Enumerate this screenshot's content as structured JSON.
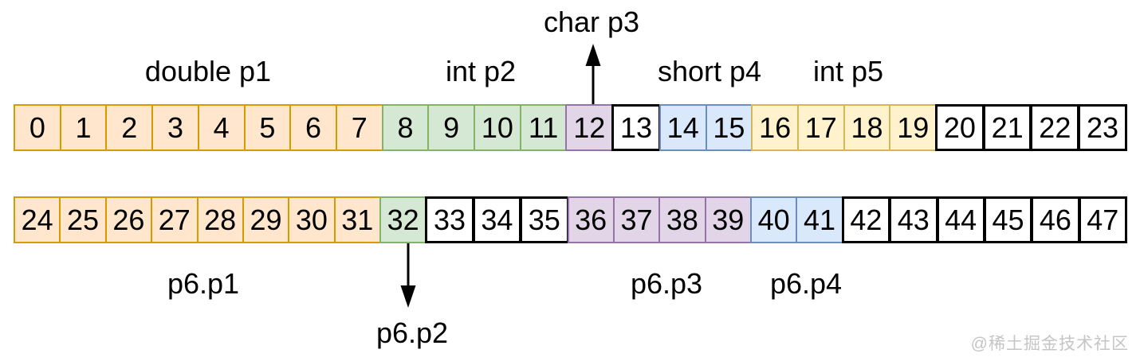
{
  "diagram": {
    "top_labels": {
      "double_p1": "double p1",
      "int_p2": "int p2",
      "char_p3": "char p3",
      "short_p4": "short p4",
      "int_p5": "int p5"
    },
    "bottom_labels": {
      "p6_p1": "p6.p1",
      "p6_p2": "p6.p2",
      "p6_p3": "p6.p3",
      "p6_p4": "p6.p4"
    },
    "watermark": "@稀土掘金技术社区"
  },
  "palette": {
    "orange": {
      "fill": "#FFE6CC",
      "stroke": "#D79B00"
    },
    "green": {
      "fill": "#D5E8D4",
      "stroke": "#82B366"
    },
    "purple": {
      "fill": "#E1D5E7",
      "stroke": "#9673A6"
    },
    "blue": {
      "fill": "#DAE8FC",
      "stroke": "#6C8EBF"
    },
    "yellow": {
      "fill": "#FFF2CC",
      "stroke": "#D6B656"
    },
    "white": {
      "fill": "#FFFFFF",
      "stroke": "#000000"
    }
  },
  "rows": [
    {
      "name": "bytes-0-23",
      "cells": [
        {
          "v": "0",
          "c": "orange"
        },
        {
          "v": "1",
          "c": "orange"
        },
        {
          "v": "2",
          "c": "orange"
        },
        {
          "v": "3",
          "c": "orange"
        },
        {
          "v": "4",
          "c": "orange"
        },
        {
          "v": "5",
          "c": "orange"
        },
        {
          "v": "6",
          "c": "orange"
        },
        {
          "v": "7",
          "c": "orange"
        },
        {
          "v": "8",
          "c": "green"
        },
        {
          "v": "9",
          "c": "green"
        },
        {
          "v": "10",
          "c": "green"
        },
        {
          "v": "11",
          "c": "green"
        },
        {
          "v": "12",
          "c": "purple"
        },
        {
          "v": "13",
          "c": "white"
        },
        {
          "v": "14",
          "c": "blue"
        },
        {
          "v": "15",
          "c": "blue"
        },
        {
          "v": "16",
          "c": "yellow"
        },
        {
          "v": "17",
          "c": "yellow"
        },
        {
          "v": "18",
          "c": "yellow"
        },
        {
          "v": "19",
          "c": "yellow"
        },
        {
          "v": "20",
          "c": "white"
        },
        {
          "v": "21",
          "c": "white"
        },
        {
          "v": "22",
          "c": "white"
        },
        {
          "v": "23",
          "c": "white"
        }
      ]
    },
    {
      "name": "bytes-24-47",
      "cells": [
        {
          "v": "24",
          "c": "orange"
        },
        {
          "v": "25",
          "c": "orange"
        },
        {
          "v": "26",
          "c": "orange"
        },
        {
          "v": "27",
          "c": "orange"
        },
        {
          "v": "28",
          "c": "orange"
        },
        {
          "v": "29",
          "c": "orange"
        },
        {
          "v": "30",
          "c": "orange"
        },
        {
          "v": "31",
          "c": "orange"
        },
        {
          "v": "32",
          "c": "green"
        },
        {
          "v": "33",
          "c": "white"
        },
        {
          "v": "34",
          "c": "white"
        },
        {
          "v": "35",
          "c": "white"
        },
        {
          "v": "36",
          "c": "purple"
        },
        {
          "v": "37",
          "c": "purple"
        },
        {
          "v": "38",
          "c": "purple"
        },
        {
          "v": "39",
          "c": "purple"
        },
        {
          "v": "40",
          "c": "blue"
        },
        {
          "v": "41",
          "c": "blue"
        },
        {
          "v": "42",
          "c": "white"
        },
        {
          "v": "43",
          "c": "white"
        },
        {
          "v": "44",
          "c": "white"
        },
        {
          "v": "45",
          "c": "white"
        },
        {
          "v": "46",
          "c": "white"
        },
        {
          "v": "47",
          "c": "white"
        }
      ]
    }
  ]
}
